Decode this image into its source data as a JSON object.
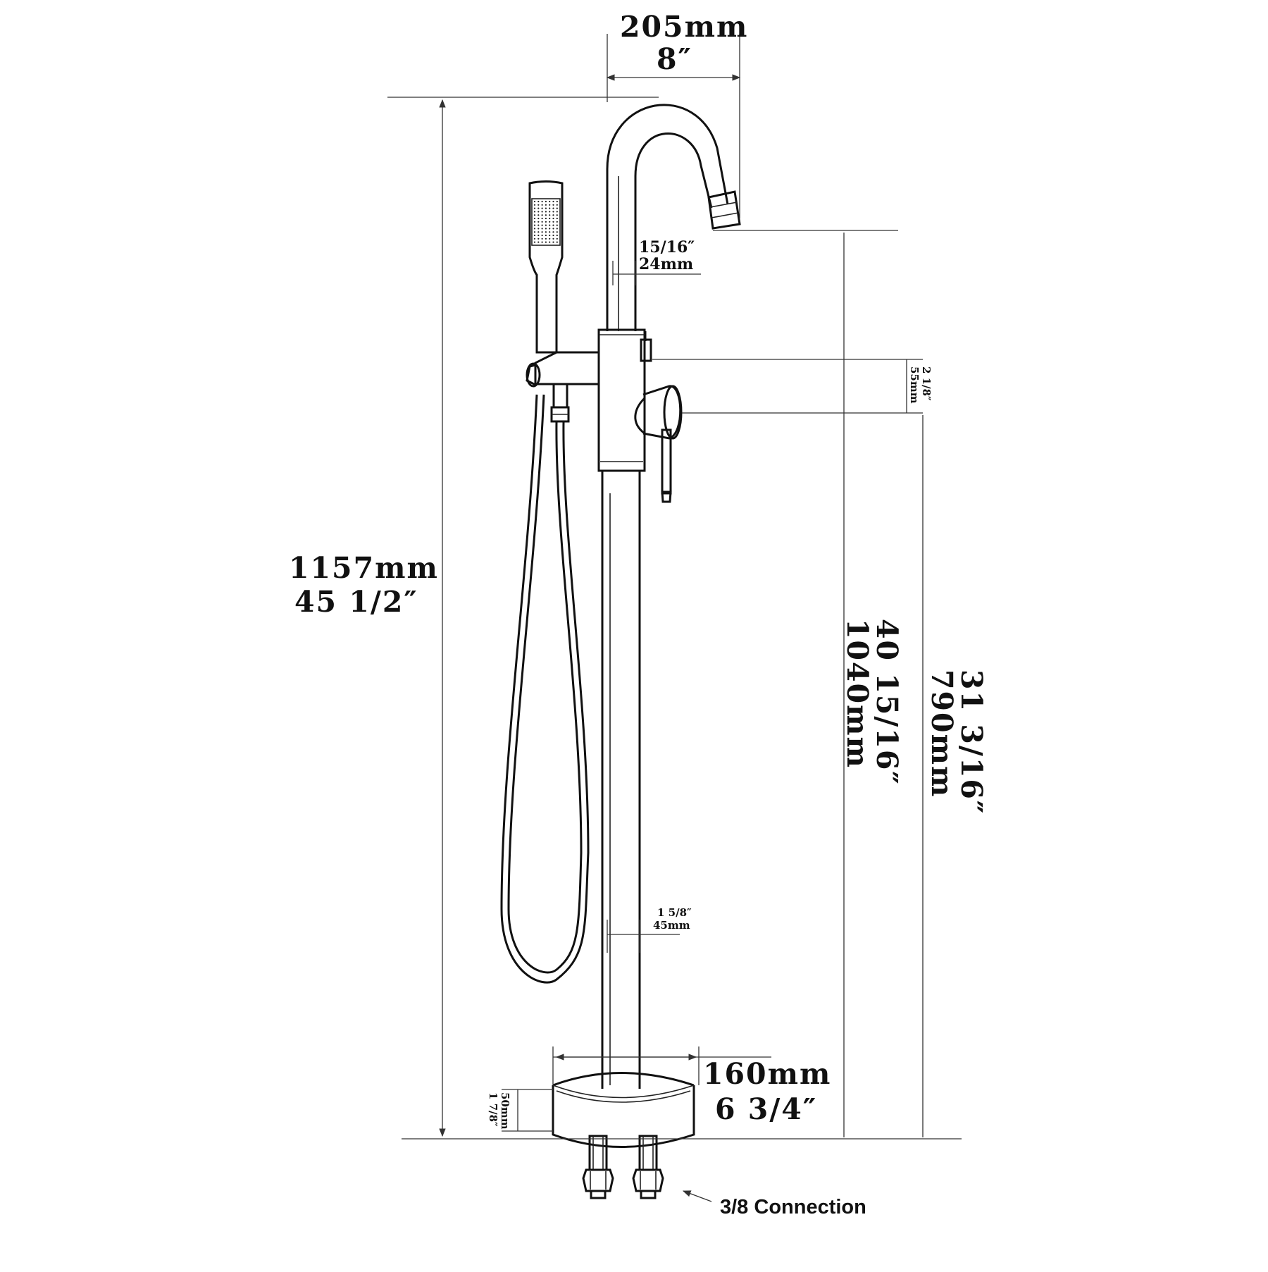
{
  "dimensions": {
    "spout_reach_mm": "205mm",
    "spout_reach_in": "8″",
    "total_height_mm": "1157mm",
    "total_height_in": "45 1/2″",
    "spout_diameter_in": "15/16″",
    "spout_diameter_mm": "24mm",
    "handle_offset_in": "2 1/8″",
    "handle_offset_mm": "55mm",
    "spout_height_in": "40 15/16″",
    "spout_height_mm": "1040mm",
    "handle_height_in": "31 3/16″",
    "handle_height_mm": "790mm",
    "column_diameter_in": "1 5/8″",
    "column_diameter_mm": "45mm",
    "base_diameter_mm": "160mm",
    "base_diameter_in": "6 3/4″",
    "base_height_mm": "50mm",
    "base_height_in": "1 7/8″"
  },
  "callouts": {
    "connection": "3/8 Connection"
  },
  "colors": {
    "line": "#222222",
    "background": "#ffffff"
  }
}
